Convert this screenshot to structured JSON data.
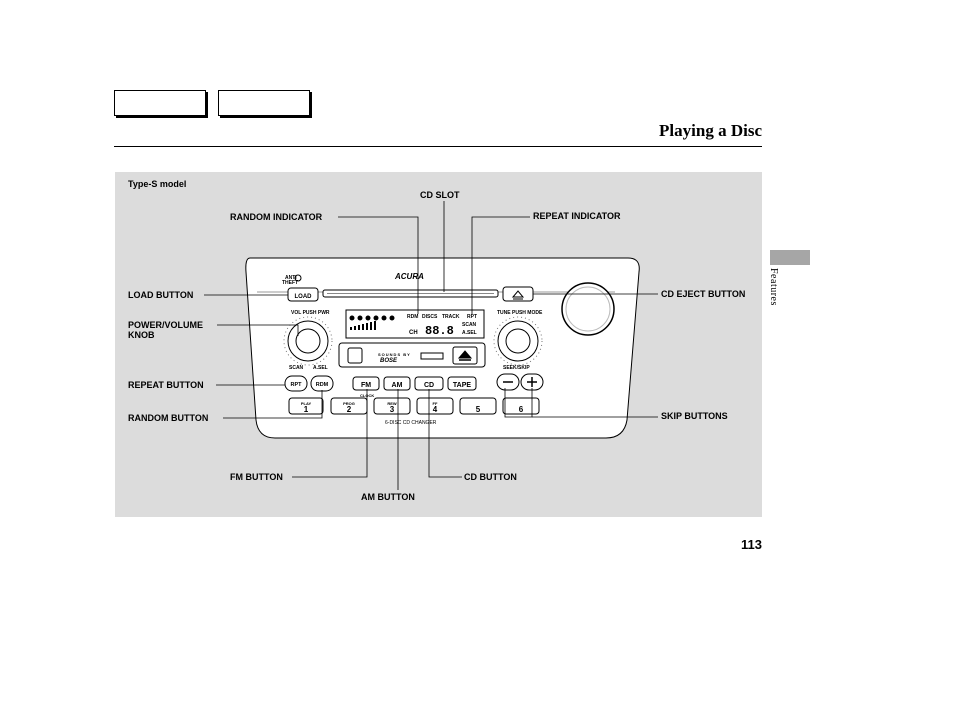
{
  "page": {
    "title": "Playing a Disc",
    "section_tab": "Features",
    "page_number": "113"
  },
  "figure": {
    "model_label": "Type-S model",
    "callouts": {
      "cd_slot": "CD SLOT",
      "random_indicator": "RANDOM INDICATOR",
      "repeat_indicator": "REPEAT INDICATOR",
      "load_button": "LOAD BUTTON",
      "cd_eject_button": "CD EJECT BUTTON",
      "power_volume_knob": "POWER/VOLUME",
      "power_volume_knob_2": "KNOB",
      "repeat_button": "REPEAT BUTTON",
      "random_button": "RANDOM BUTTON",
      "skip_buttons": "SKIP BUTTONS",
      "fm_button": "FM BUTTON",
      "cd_button": "CD BUTTON",
      "am_button": "AM BUTTON"
    },
    "radio_labels": {
      "anti_theft_1": "ANTI",
      "anti_theft_2": "THEFT",
      "brand": "ACURA",
      "load": "LOAD",
      "vol_pwr": "VOL PUSH PWR",
      "tune_mode": "TUNE PUSH MODE",
      "scan": "SCAN",
      "a_sel": "A.SEL",
      "seek_skip": "SEEK/SKIP",
      "rpt": "RPT",
      "rdm": "RDM",
      "fm": "FM",
      "am": "AM",
      "cd": "CD",
      "tape": "TAPE",
      "clock": "CLOCK",
      "sounds_by": "SOUNDS BY",
      "bose": "BOSE",
      "changer": "6-DISC CD CHANGER",
      "preset_1": "1",
      "preset_1_sub": "PLAY",
      "preset_2": "2",
      "preset_2_sub": "PROG",
      "preset_3": "3",
      "preset_3_sub": "REW",
      "preset_4": "4",
      "preset_4_sub": "FF",
      "preset_5": "5",
      "preset_6": "6",
      "display_rdm": "RDM",
      "display_discs": "DISCS",
      "display_track": "TRACK",
      "display_rpt": "RPT",
      "display_scan": "SCAN",
      "display_asel": "A.SEL",
      "display_digits": "88.8",
      "display_ch": "CH"
    }
  }
}
